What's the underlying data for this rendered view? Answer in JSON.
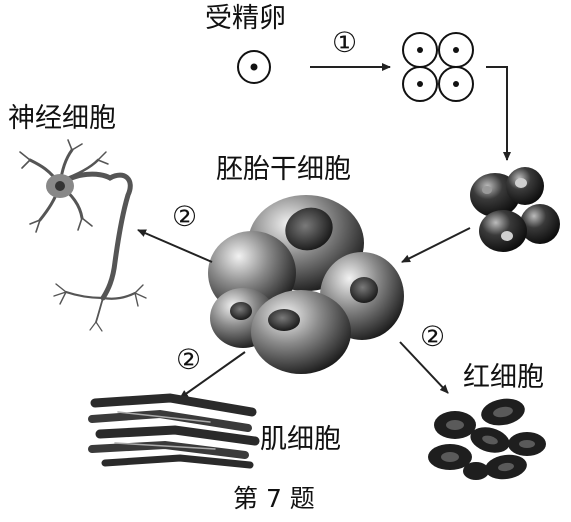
{
  "labels": {
    "fertilized_egg": "受精卵",
    "nerve_cell": "神经细胞",
    "embryonic_stem_cell": "胚胎干细胞",
    "red_blood_cell": "红细胞",
    "muscle_cell": "肌细胞",
    "caption": "第 7 题"
  },
  "steps": {
    "cleavage": "①",
    "differentiation": "②"
  }
}
